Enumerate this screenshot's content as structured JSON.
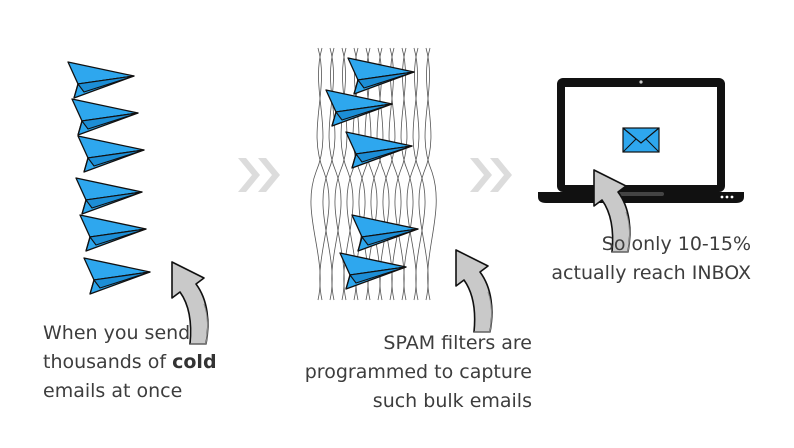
{
  "stages": [
    {
      "caption_lines": [
        "When you send",
        "thousands of ",
        "emails at once"
      ],
      "caption_bold": "cold"
    },
    {
      "caption_lines": [
        "SPAM filters are",
        "programmed to capture",
        "such bulk emails"
      ]
    },
    {
      "caption_lines": [
        "So only 10-15%",
        "actually reach INBOX"
      ]
    }
  ],
  "icons": {
    "plane": "paper-plane-icon",
    "arrow": "double-chevron-right-icon",
    "curved": "curved-arrow-icon",
    "laptop": "laptop-icon",
    "mail": "envelope-icon"
  },
  "colors": {
    "plane_fill": "#2ea7ee",
    "plane_stroke": "#111111",
    "chevron": "#dcdcdc",
    "arrow_fill": "#c9c9c9",
    "mail_fill": "#2ea7ee",
    "text": "#3d3d3d"
  }
}
